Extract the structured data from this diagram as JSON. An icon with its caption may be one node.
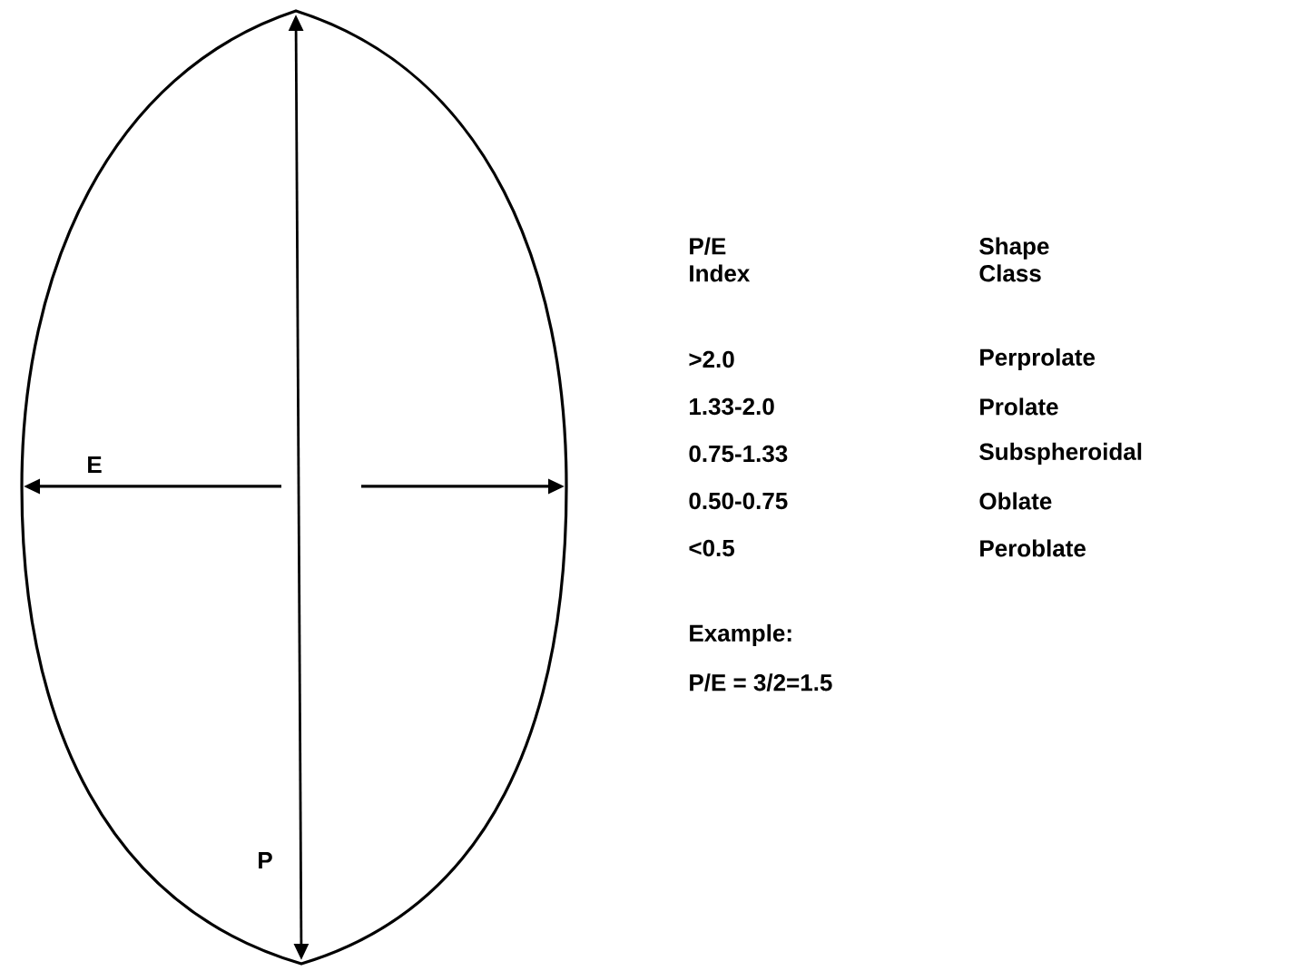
{
  "diagram": {
    "labels": [
      "E",
      "P",
      "P/E Index",
      "Shape Class",
      ">2.0",
      "Perprolate",
      "1.33-2.0",
      "Prolate",
      "0.75-1.33",
      "Subspheroidal",
      "0.50-0.75",
      "Oblate",
      "<0.5",
      "Peroblate",
      "Example:",
      "P/E = 3/2=1.5"
    ]
  }
}
